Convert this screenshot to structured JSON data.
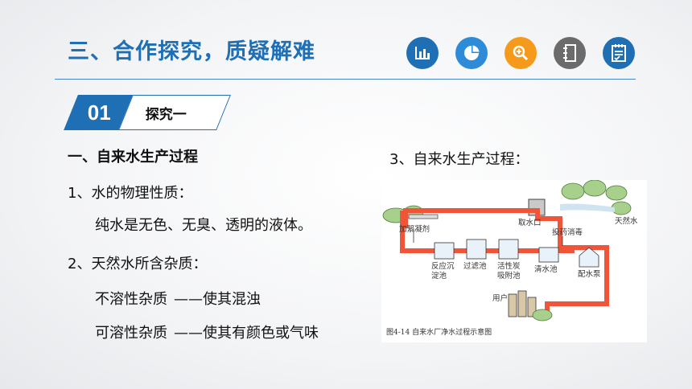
{
  "header": {
    "title": "三、合作探究，质疑解难",
    "icons": [
      {
        "name": "bar-chart-icon",
        "color": "#1f6fb4"
      },
      {
        "name": "pie-chart-icon",
        "color": "#2e8bd8"
      },
      {
        "name": "search-icon",
        "color": "#f59a1b"
      },
      {
        "name": "notebook-icon",
        "color": "#6b6b6b"
      },
      {
        "name": "checklist-icon",
        "color": "#1f6fb4"
      }
    ]
  },
  "section": {
    "number": "01",
    "label": "探究一"
  },
  "content": {
    "heading": "一、自来水生产过程",
    "item1": "1、水的物理性质：",
    "item1_text": "纯水是无色、无臭、透明的液体。",
    "item2": "2、天然水所含杂质：",
    "impurity1_name": "不溶性杂质",
    "impurity1_desc": "——使其混浊",
    "impurity2_name": "可溶性杂质",
    "impurity2_desc": "——使其有颜色或气味",
    "item3": "3、自来水生产过程："
  },
  "diagram": {
    "labels": {
      "intake": "取水口",
      "natural_water": "天然水",
      "coagulant": "加絮凝剂",
      "disinfect": "投药消毒",
      "reaction_tank": "反应沉\n淀池",
      "filter_tank": "过滤池",
      "carbon_tank": "活性炭\n吸附池",
      "clear_tank": "清水池",
      "pump": "配水泵",
      "user": "用户"
    },
    "caption": "图4-14  自来水厂净水过程示意图",
    "pipe_color": "#f0553a"
  }
}
